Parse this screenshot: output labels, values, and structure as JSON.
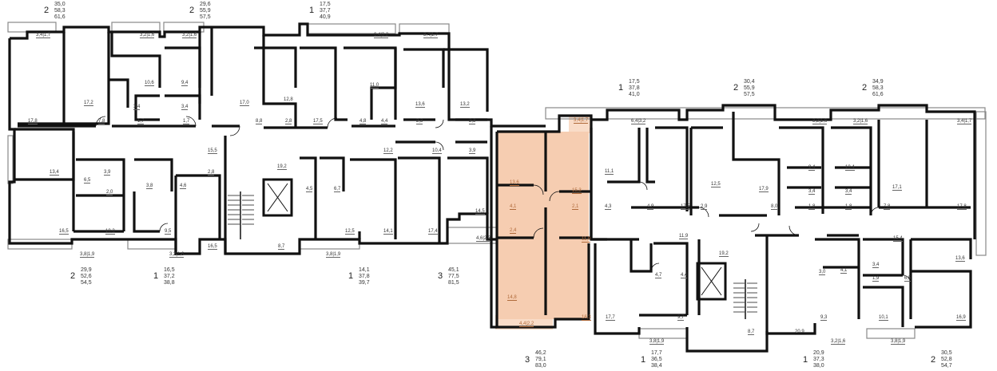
{
  "colors": {
    "wall": "#111111",
    "highlight": "#f6cdb1",
    "balcony": "#888888"
  },
  "apartments": [
    {
      "id": "top-1",
      "rooms": "2",
      "areas": [
        "35,0",
        "58,3",
        "61,6"
      ]
    },
    {
      "id": "top-2",
      "rooms": "2",
      "areas": [
        "29,6",
        "55,9",
        "57,5"
      ]
    },
    {
      "id": "top-3",
      "rooms": "1",
      "areas": [
        "17,5",
        "37,7",
        "40,9"
      ]
    },
    {
      "id": "bot-1",
      "rooms": "2",
      "areas": [
        "29,9",
        "52,6",
        "54,5"
      ]
    },
    {
      "id": "bot-2",
      "rooms": "1",
      "areas": [
        "16,5",
        "37,2",
        "38,8"
      ]
    },
    {
      "id": "bot-3",
      "rooms": "1",
      "areas": [
        "14,1",
        "37,8",
        "39,7"
      ]
    },
    {
      "id": "bot-4",
      "rooms": "3",
      "areas": [
        "45,1",
        "77,5",
        "81,5"
      ]
    },
    {
      "id": "mid-1",
      "rooms": "1",
      "areas": [
        "17,5",
        "37,8",
        "41,0"
      ]
    },
    {
      "id": "mid-2",
      "rooms": "2",
      "areas": [
        "30,4",
        "55,9",
        "57,5"
      ]
    },
    {
      "id": "mid-3",
      "rooms": "2",
      "areas": [
        "34,9",
        "58,3",
        "61,6"
      ]
    },
    {
      "id": "hl",
      "rooms": "3",
      "areas": [
        "46,2",
        "79,1",
        "83,0"
      ]
    },
    {
      "id": "rb-1",
      "rooms": "1",
      "areas": [
        "17,7",
        "36,5",
        "38,4"
      ]
    },
    {
      "id": "rb-2",
      "rooms": "1",
      "areas": [
        "20,9",
        "37,3",
        "38,0"
      ]
    },
    {
      "id": "rb-3",
      "rooms": "2",
      "areas": [
        "30,5",
        "52,8",
        "54,7"
      ]
    }
  ],
  "room_areas": [
    "3,4|1,7",
    "3,2|1,6",
    "3,2|1,6",
    "6,4|3,2",
    "3,4|1,7",
    "10,6",
    "9,4",
    "3,4",
    "3,4",
    "17,2",
    "17,0",
    "12,8",
    "11,0",
    "13,6",
    "13,2",
    "17,8",
    "7,8",
    "1,7",
    "1,7",
    "8,8",
    "2,8",
    "17,5",
    "4,8",
    "4,4",
    "2,3",
    "2,3",
    "15,5",
    "19,2",
    "12,2",
    "10,4",
    "3,9",
    "13,4",
    "3,9",
    "6,5",
    "2,0",
    "3,8",
    "4,6",
    "2,8",
    "4,5",
    "6,7",
    "16,5",
    "10,3",
    "9,5",
    "16,5",
    "8,7",
    "12,5",
    "14,1",
    "17,4",
    "14,5",
    "3,8|1,9",
    "3,2|1,6",
    "3,8|1,9",
    "4,6|2,3",
    "3,4|1,7",
    "13,6",
    "15,3",
    "4,1",
    "2,1",
    "2,4",
    "11,0",
    "14,8",
    "16,3",
    "4,4|2,2",
    "6,4|3,2",
    "3,2|1,6",
    "3,2|1,6",
    "3,4|1,7",
    "11,1",
    "4,3",
    "4,9",
    "17,5",
    "12,5",
    "2,9",
    "17,9",
    "9,4",
    "3,4",
    "1,8",
    "8,0",
    "10,4",
    "3,4",
    "1,8",
    "17,1",
    "7,8",
    "17,8",
    "11,9",
    "15,4",
    "19,2",
    "4,7",
    "4,4",
    "17,7",
    "9,7",
    "8,7",
    "3,0",
    "4,1",
    "9,3",
    "20,9",
    "3,4",
    "1,9",
    "6,5",
    "13,6",
    "10,1",
    "16,9",
    "3,8|1,9",
    "3,2|1,6",
    "3,8|1,9"
  ]
}
